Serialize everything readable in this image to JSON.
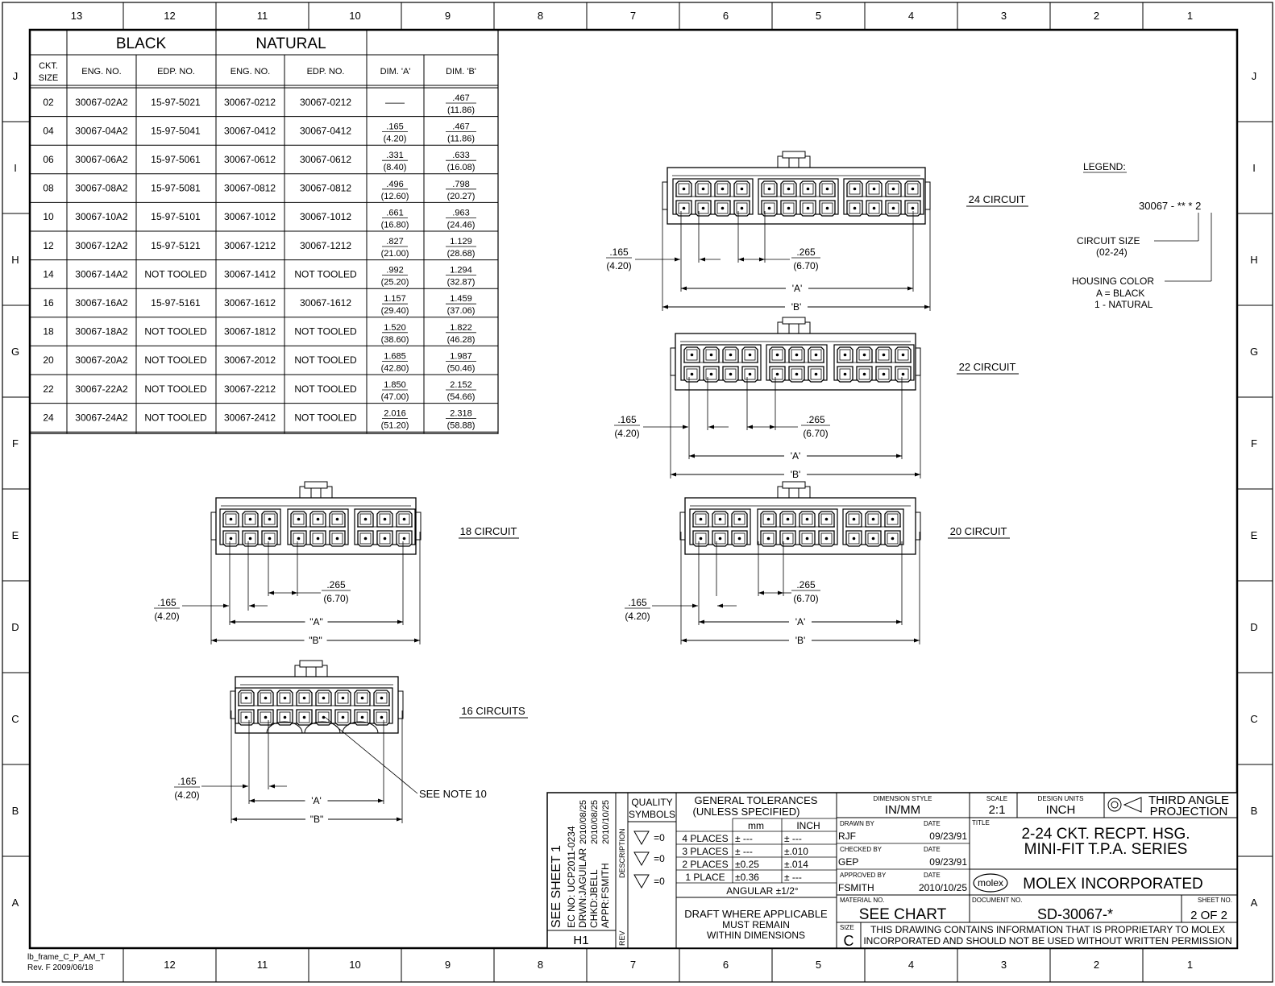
{
  "frame": {
    "top_columns": [
      "13",
      "12",
      "11",
      "10",
      "9",
      "8",
      "7",
      "6",
      "5",
      "4",
      "3",
      "2",
      "1"
    ],
    "bottom_columns": [
      "12",
      "11",
      "10",
      "9",
      "8",
      "7",
      "6",
      "5",
      "4",
      "3",
      "2",
      "1"
    ],
    "rows": [
      "J",
      "I",
      "H",
      "G",
      "F",
      "E",
      "D",
      "C",
      "B",
      "A"
    ],
    "frame_id_line1": "lb_frame_C_P_AM_T",
    "frame_id_line2": "Rev. F 2009/06/18"
  },
  "table": {
    "group_headers": [
      "BLACK",
      "NATURAL"
    ],
    "columns": [
      "CKT. SIZE",
      "ENG. NO.",
      "EDP. NO.",
      "ENG. NO.",
      "EDP. NO.",
      "DIM. 'A'",
      "DIM. 'B'"
    ],
    "rows": [
      {
        "size": "02",
        "b_eng": "30067-02A2",
        "b_edp": "15-97-5021",
        "n_eng": "30067-0212",
        "n_edp": "30067-0212",
        "a_in": "——",
        "a_mm": "",
        "b_in": ".467",
        "b_mm": "(11.86)"
      },
      {
        "size": "04",
        "b_eng": "30067-04A2",
        "b_edp": "15-97-5041",
        "n_eng": "30067-0412",
        "n_edp": "30067-0412",
        "a_in": ".165",
        "a_mm": "(4.20)",
        "b_in": ".467",
        "b_mm": "(11.86)"
      },
      {
        "size": "06",
        "b_eng": "30067-06A2",
        "b_edp": "15-97-5061",
        "n_eng": "30067-0612",
        "n_edp": "30067-0612",
        "a_in": ".331",
        "a_mm": "(8.40)",
        "b_in": ".633",
        "b_mm": "(16.08)"
      },
      {
        "size": "08",
        "b_eng": "30067-08A2",
        "b_edp": "15-97-5081",
        "n_eng": "30067-0812",
        "n_edp": "30067-0812",
        "a_in": ".496",
        "a_mm": "(12.60)",
        "b_in": ".798",
        "b_mm": "(20.27)"
      },
      {
        "size": "10",
        "b_eng": "30067-10A2",
        "b_edp": "15-97-5101",
        "n_eng": "30067-1012",
        "n_edp": "30067-1012",
        "a_in": ".661",
        "a_mm": "(16.80)",
        "b_in": ".963",
        "b_mm": "(24.46)"
      },
      {
        "size": "12",
        "b_eng": "30067-12A2",
        "b_edp": "15-97-5121",
        "n_eng": "30067-1212",
        "n_edp": "30067-1212",
        "a_in": ".827",
        "a_mm": "(21.00)",
        "b_in": "1.129",
        "b_mm": "(28.68)"
      },
      {
        "size": "14",
        "b_eng": "30067-14A2",
        "b_edp": "NOT TOOLED",
        "n_eng": "30067-1412",
        "n_edp": "NOT TOOLED",
        "a_in": ".992",
        "a_mm": "(25.20)",
        "b_in": "1.294",
        "b_mm": "(32.87)"
      },
      {
        "size": "16",
        "b_eng": "30067-16A2",
        "b_edp": "15-97-5161",
        "n_eng": "30067-1612",
        "n_edp": "30067-1612",
        "a_in": "1.157",
        "a_mm": "(29.40)",
        "b_in": "1.459",
        "b_mm": "(37.06)"
      },
      {
        "size": "18",
        "b_eng": "30067-18A2",
        "b_edp": "NOT TOOLED",
        "n_eng": "30067-1812",
        "n_edp": "NOT TOOLED",
        "a_in": "1.520",
        "a_mm": "(38.60)",
        "b_in": "1.822",
        "b_mm": "(46.28)"
      },
      {
        "size": "20",
        "b_eng": "30067-20A2",
        "b_edp": "NOT TOOLED",
        "n_eng": "30067-2012",
        "n_edp": "NOT TOOLED",
        "a_in": "1.685",
        "a_mm": "(42.80)",
        "b_in": "1.987",
        "b_mm": "(50.46)"
      },
      {
        "size": "22",
        "b_eng": "30067-22A2",
        "b_edp": "NOT TOOLED",
        "n_eng": "30067-2212",
        "n_edp": "NOT TOOLED",
        "a_in": "1.850",
        "a_mm": "(47.00)",
        "b_in": "2.152",
        "b_mm": "(54.66)"
      },
      {
        "size": "24",
        "b_eng": "30067-24A2",
        "b_edp": "NOT TOOLED",
        "n_eng": "30067-2412",
        "n_edp": "NOT TOOLED",
        "a_in": "2.016",
        "a_mm": "(51.20)",
        "b_in": "2.318",
        "b_mm": "(58.88)"
      }
    ]
  },
  "legend": {
    "title": "LEGEND:",
    "part_number": "30067 - ** * 2",
    "circuit_size": "CIRCUIT SIZE",
    "circuit_range": "(02-24)",
    "housing_color": "HOUSING COLOR",
    "black": "A = BLACK",
    "natural": "1  - NATURAL"
  },
  "views": {
    "c24": {
      "label": "24 CIRCUIT",
      "dim_in": ".165",
      "dim_mm": "(4.20)",
      "pitch_in": ".265",
      "pitch_mm": "(6.70)",
      "a": "'A'",
      "b": "'B'"
    },
    "c22": {
      "label": "22 CIRCUIT",
      "dim_in": ".165",
      "dim_mm": "(4.20)",
      "pitch_in": ".265",
      "pitch_mm": "(6.70)",
      "a": "'A'",
      "b": "'B'"
    },
    "c20": {
      "label": "20 CIRCUIT",
      "dim_in": ".165",
      "dim_mm": "(4.20)",
      "pitch_in": ".265",
      "pitch_mm": "(6.70)",
      "a": "'A'",
      "b": "'B'"
    },
    "c18": {
      "label": "18 CIRCUIT",
      "dim_in": ".165",
      "dim_mm": "(4.20)",
      "pitch_in": ".265",
      "pitch_mm": "(6.70)",
      "a": "\"A\"",
      "b": "\"B\""
    },
    "c16": {
      "label": "16 CIRCUITS",
      "dim_in": ".165",
      "dim_mm": "(4.20)",
      "a": "'A'",
      "b": "\"B\"",
      "note": "SEE NOTE 10"
    }
  },
  "title_block": {
    "see_sheet": "SEE SHEET 1",
    "ec_no": "EC NO: UCP2011-0234",
    "drwn": "DRWN:JAGUILAR",
    "drwn_date": "2010/08/25",
    "chkd": "CHKD:JBELL",
    "chkd_date": "2010/08/25",
    "appr": "APPR:FSMITH",
    "appr_date": "2010/10/25",
    "description": "DESCRIPTION",
    "rev_value": "H1",
    "rev_label": "REV",
    "quality_symbols": "QUALITY SYMBOLS",
    "quality_eq": "=0",
    "gen_tol_1": "GENERAL TOLERANCES",
    "gen_tol_2": "(UNLESS SPECIFIED)",
    "mm": "mm",
    "inch": "INCH",
    "tolerances": [
      {
        "places": "4 PLACES",
        "mm": "± ---",
        "inch": "± ---"
      },
      {
        "places": "3 PLACES",
        "mm": "± ---",
        "inch": "±.010"
      },
      {
        "places": "2 PLACES",
        "mm": "±0.25",
        "inch": "±.014"
      },
      {
        "places": "1 PLACE",
        "mm": "±0.36",
        "inch": "± ---"
      }
    ],
    "angular": "ANGULAR ±1/2°",
    "draft_1": "DRAFT WHERE APPLICABLE",
    "draft_2": "MUST REMAIN",
    "draft_3": "WITHIN DIMENSIONS",
    "dimension_style_label": "DIMENSION STYLE",
    "dimension_style": "IN/MM",
    "scale_label": "SCALE",
    "scale": "2:1",
    "design_units_label": "DESIGN UNITS",
    "design_units": "INCH",
    "projection_1": "THIRD ANGLE",
    "projection_2": "PROJECTION",
    "drawn_by_label": "DRAWN BY",
    "drawn_by": "RJF",
    "date_label": "DATE",
    "drawn_date": "09/23/91",
    "checked_by_label": "CHECKED BY",
    "checked_by": "GEP",
    "checked_date": "09/23/91",
    "approved_by_label": "APPROVED BY",
    "approved_by": "FSMITH",
    "approved_date": "2010/10/25",
    "title_label": "TITLE",
    "title_1": "2-24 CKT. RECPT. HSG.",
    "title_2": "MINI-FIT T.P.A. SERIES",
    "logo": "molex",
    "company": "MOLEX INCORPORATED",
    "material_label": "MATERIAL NO.",
    "material": "SEE CHART",
    "document_label": "DOCUMENT NO.",
    "document": "SD-30067-*",
    "sheet_label": "SHEET NO.",
    "sheet": "2 OF 2",
    "size_label": "SIZE",
    "size": "C",
    "proprietary_1": "THIS DRAWING CONTAINS INFORMATION THAT IS PROPRIETARY TO MOLEX",
    "proprietary_2": "INCORPORATED AND SHOULD NOT BE USED WITHOUT WRITTEN PERMISSION"
  }
}
